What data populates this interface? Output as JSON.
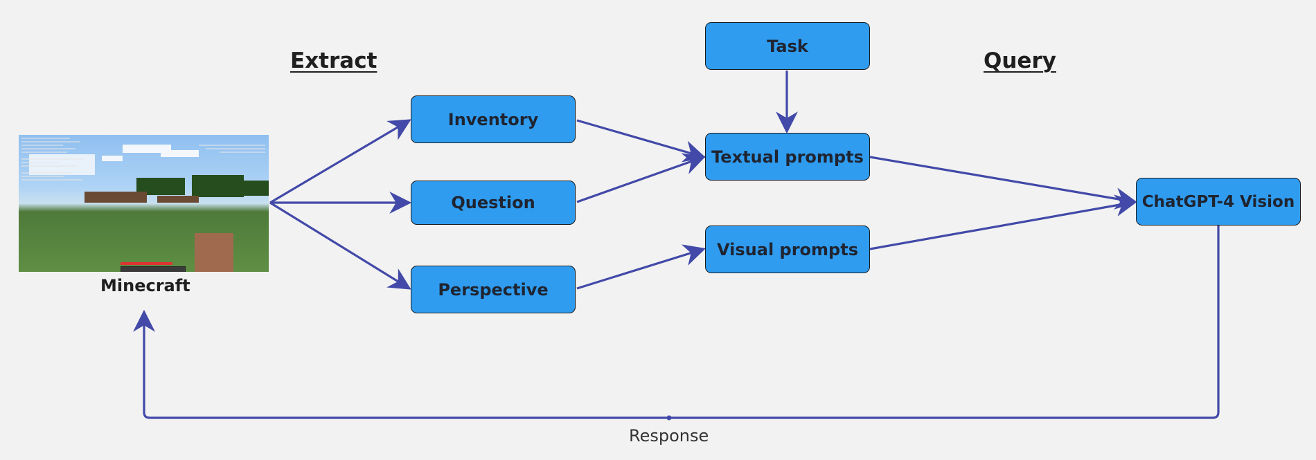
{
  "headings": {
    "extract": "Extract",
    "query": "Query"
  },
  "source": {
    "caption": "Minecraft"
  },
  "nodes": {
    "task": "Task",
    "inventory": "Inventory",
    "question": "Question",
    "perspective": "Perspective",
    "textual_prompts": "Textual prompts",
    "visual_prompts": "Visual prompts",
    "chatgpt": "ChatGPT-4 Vision"
  },
  "edges": {
    "response_label": "Response"
  },
  "colors": {
    "node_fill": "#2f9cf0",
    "arrow": "#4249a8",
    "background": "#f2f2f2"
  }
}
